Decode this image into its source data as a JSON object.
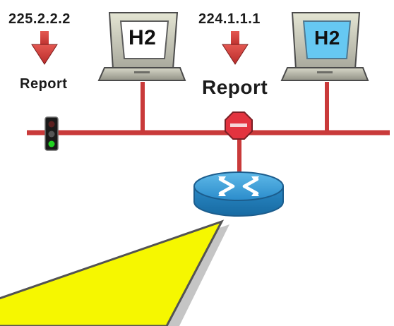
{
  "diagram": {
    "left_host": {
      "group_address": "225.2.2.2",
      "message": "Report",
      "screen_label": "H2",
      "screen_color": "#ffffff"
    },
    "right_host": {
      "group_address": "224.1.1.1",
      "message": "Report",
      "screen_label": "H2",
      "screen_color": "#66c8f2"
    },
    "colors": {
      "network_bus": "#c93a3a",
      "arrow": "#d6453e",
      "router": "#2d9bd7",
      "callout": "#f5f500",
      "traffic_light_green": "#21d321",
      "stop_sign": "#e3333f"
    },
    "icons": {
      "left_computer": "computer-icon",
      "right_computer": "computer-icon",
      "router": "router-icon",
      "traffic_light": "traffic-light-icon",
      "stop_sign": "stop-sign-icon",
      "callout": "callout-shape"
    }
  }
}
